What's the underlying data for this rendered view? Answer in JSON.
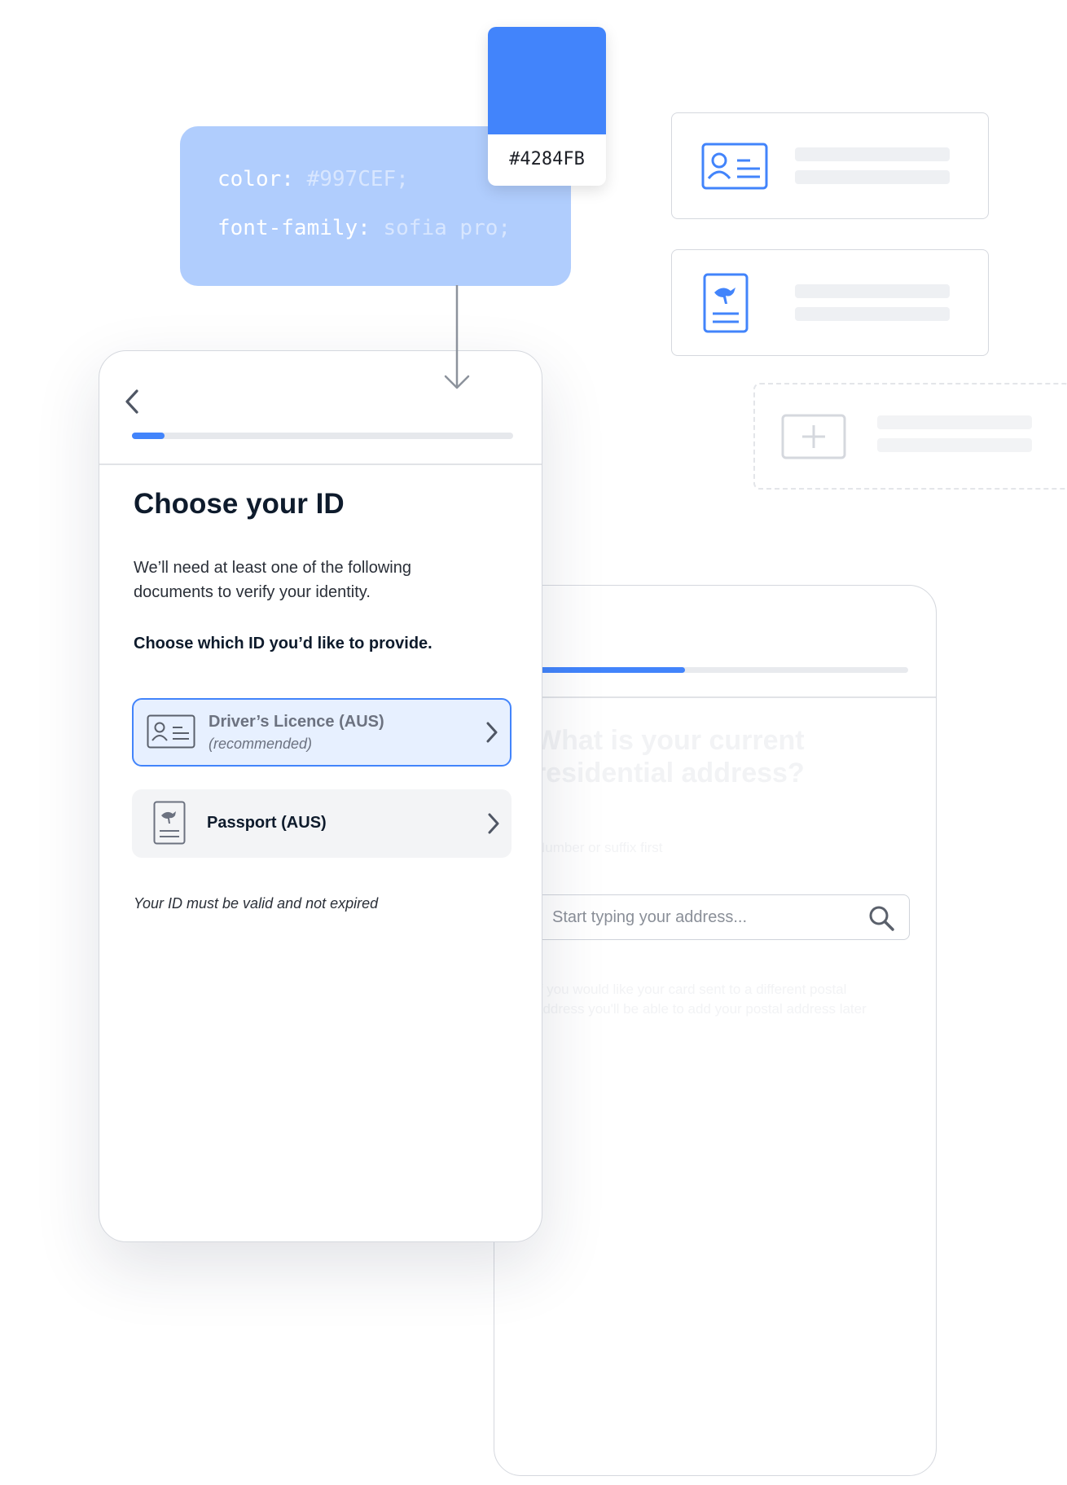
{
  "code_snippet": {
    "line1_prop": "color:",
    "line1_val": "#997CEF;",
    "line2_prop": "font-family:",
    "line2_val": "sofia pro;"
  },
  "swatch": {
    "hex_label": "#4284FB",
    "color": "#4284FB"
  },
  "front": {
    "progress_fraction": 0.085,
    "title": "Choose your ID",
    "description": "We’ll need at least one of the following documents to verify your identity.",
    "prompt": "Choose which ID you’d like to provide.",
    "options": [
      {
        "label": "Driver’s Licence (AUS)",
        "sub": "(recommended)",
        "icon": "id-card-icon",
        "selected": true
      },
      {
        "label": "Passport (AUS)",
        "sub": "",
        "icon": "passport-icon",
        "selected": false
      }
    ],
    "validity_note": "Your ID must be valid and not expired"
  },
  "back": {
    "progress_fraction": 0.46,
    "title": "What is your current residential address?",
    "hint": "Number or suffix first",
    "input_placeholder": "Start typing your address...",
    "note": "If you would like your card sent to a different postal address you'll be able to add your postal address later"
  },
  "colors": {
    "accent": "#4284FB",
    "accent_light": "#B0CDFD",
    "selected_bg": "#E7F0FF"
  }
}
